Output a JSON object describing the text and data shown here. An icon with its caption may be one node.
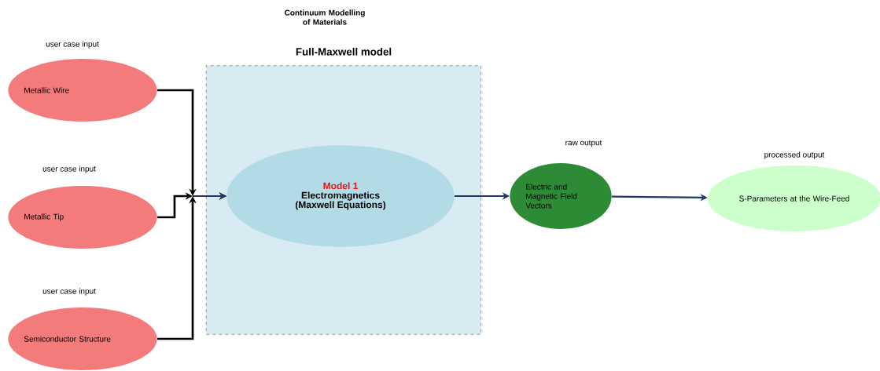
{
  "diagram": {
    "title": "Continuum Modelling of Materials",
    "nodes": [
      {
        "text": [
          "Metallic Wire"
        ],
        "beside": [
          "user case input"
        ]
      },
      {
        "text": [
          "Metallic Tip"
        ],
        "beside": [
          "user case input"
        ]
      },
      {
        "text": [
          "Semiconductor Structure"
        ],
        "beside": [
          "user case input"
        ]
      },
      {
        "text": [
          "Full-Maxwell model"
        ]
      },
      {
        "text": [
          "Model 1",
          "Electromagnetics (Maxwell Equations)"
        ],
        "in": 3
      },
      {
        "text": [
          "Electric and Magnetic Field Vectors"
        ],
        "beside": [
          "raw output"
        ]
      },
      {
        "text": [
          "S-Parameters at the Wire-Feed"
        ],
        "beside": [
          "processed output"
        ]
      }
    ],
    "edges": [
      {
        "from": 0,
        "to": 4,
        "arrow": "to"
      },
      {
        "from": 1,
        "to": 4,
        "arrow": "to"
      },
      {
        "from": 2,
        "to": 4,
        "arrow": "to"
      },
      {
        "from": 4,
        "to": 5,
        "arrow": "to",
        "color": "#1f3864"
      },
      {
        "from": 5,
        "to": 6,
        "arrow": "to",
        "color": "#1f3864"
      }
    ]
  }
}
